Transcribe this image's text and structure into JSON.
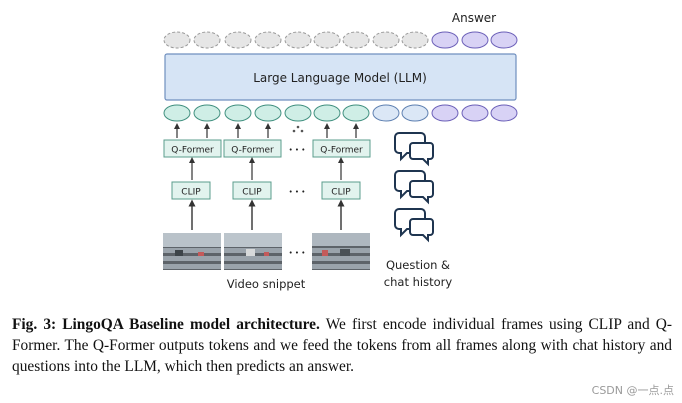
{
  "diagram": {
    "answer_label": "Answer",
    "llm_label": "Large Language Model (LLM)",
    "qformer_label": "Q-Former",
    "clip_label": "CLIP",
    "ellipsis": "• • •",
    "video_label": "Video snippet",
    "question_label_line1": "Question &",
    "question_label_line2": "chat history",
    "colors": {
      "llm_fill": "#d6e4f5",
      "llm_border": "#6f8fbf",
      "visual_token": "#cfeee6",
      "text_token": "#dbe7f6",
      "answer_token": "#d8d2f5",
      "module_fill": "#e2f3ee",
      "module_border": "#5b9c8c"
    }
  },
  "caption": {
    "prefix": "Fig. 3: LingoQA Baseline model architecture.",
    "body": " We first encode individual frames using CLIP and Q-Former. The Q-Former outputs tokens and we feed the tokens from all frames along with chat history and questions into the LLM, which then predicts an answer."
  },
  "watermark": "CSDN @一点.点"
}
